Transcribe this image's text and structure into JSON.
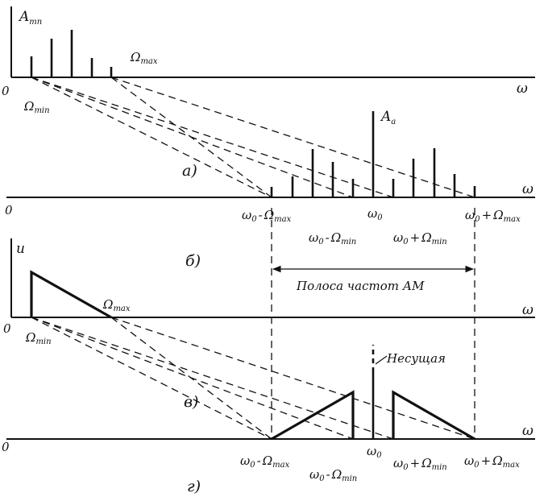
{
  "labels": {
    "amn": "A",
    "amn_sub": "mn",
    "aa": "A",
    "aa_sub": "a",
    "u": "u",
    "omega": "ω",
    "zero": "0",
    "omega0": "ω",
    "zero_sub": "0",
    "omega_minus_max_1": "ω",
    "omega_minus_max_2": "ω",
    "omega_minus_min_1": "ω",
    "omega_minus_min_2": "ω",
    "omega_plus_min_1": "ω",
    "omega_plus_min_2": "ω",
    "omega_plus_max_1": "ω",
    "omega_plus_max_2": "ω",
    "minus": "-",
    "plus": "+",
    "omega_sym": "Ω",
    "max": "max",
    "min": "min",
    "panel_a": "а)",
    "panel_b": "б)",
    "panel_v": "в)",
    "panel_g": "г)",
    "band": "Полоса частот АМ",
    "carrier": "Несущая"
  }
}
